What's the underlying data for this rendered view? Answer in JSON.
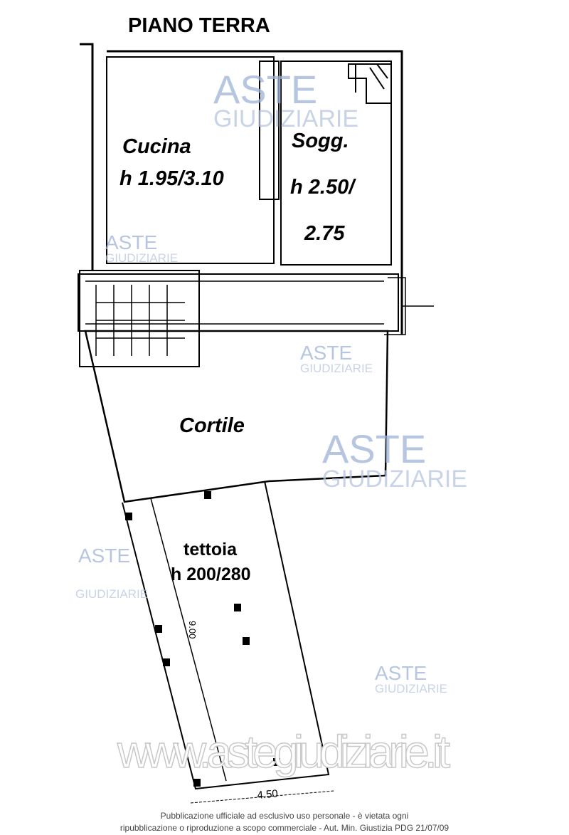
{
  "title": "PIANO TERRA",
  "rooms": {
    "cucina": {
      "name": "Cucina",
      "height": "h 1.95/3.10"
    },
    "soggiorno": {
      "name": "Sogg.",
      "height_line1": "h 2.50/",
      "height_line2": "2.75"
    },
    "cortile": {
      "name": "Cortile"
    },
    "tettoia": {
      "name": "tettoia",
      "height": "h 200/280"
    }
  },
  "dimensions": {
    "length": "9.00",
    "width": "4.50"
  },
  "watermark": {
    "brand_top": "ASTE",
    "brand_bottom": "GIUDIZIARIE",
    "url": "www.astegiudiziarie.it"
  },
  "footer": {
    "line1": "Pubblicazione ufficiale ad esclusivo uso personale - è vietata ogni",
    "line2": "ripubblicazione o riproduzione a scopo commerciale - Aut. Min. Giustizia PDG 21/07/09"
  }
}
